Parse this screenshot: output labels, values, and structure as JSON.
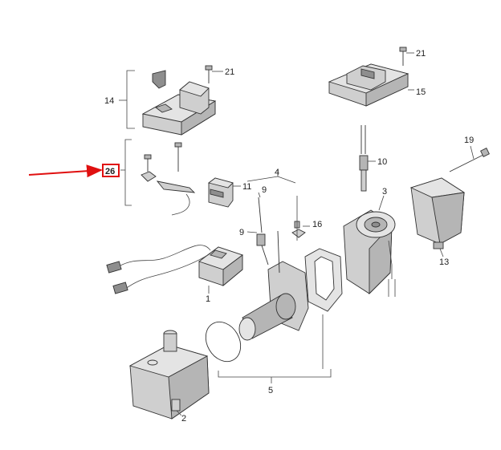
{
  "colors": {
    "highlight": "#e01010",
    "line": "#444444",
    "part_light": "#e4e4e4",
    "part_mid": "#cfcfcf",
    "part_dark": "#8e8e8e"
  },
  "callouts": {
    "c1": "1",
    "c2": "2",
    "c3": "3",
    "c4": "4",
    "c5": "5",
    "c9a": "9",
    "c9b": "9",
    "c10": "10",
    "c11": "11",
    "c13": "13",
    "c14": "14",
    "c15": "15",
    "c16": "16",
    "c19": "19",
    "c21a": "21",
    "c21b": "21",
    "c26": "26"
  },
  "highlight": {
    "target": "26",
    "icon": "arrow-right-icon"
  }
}
